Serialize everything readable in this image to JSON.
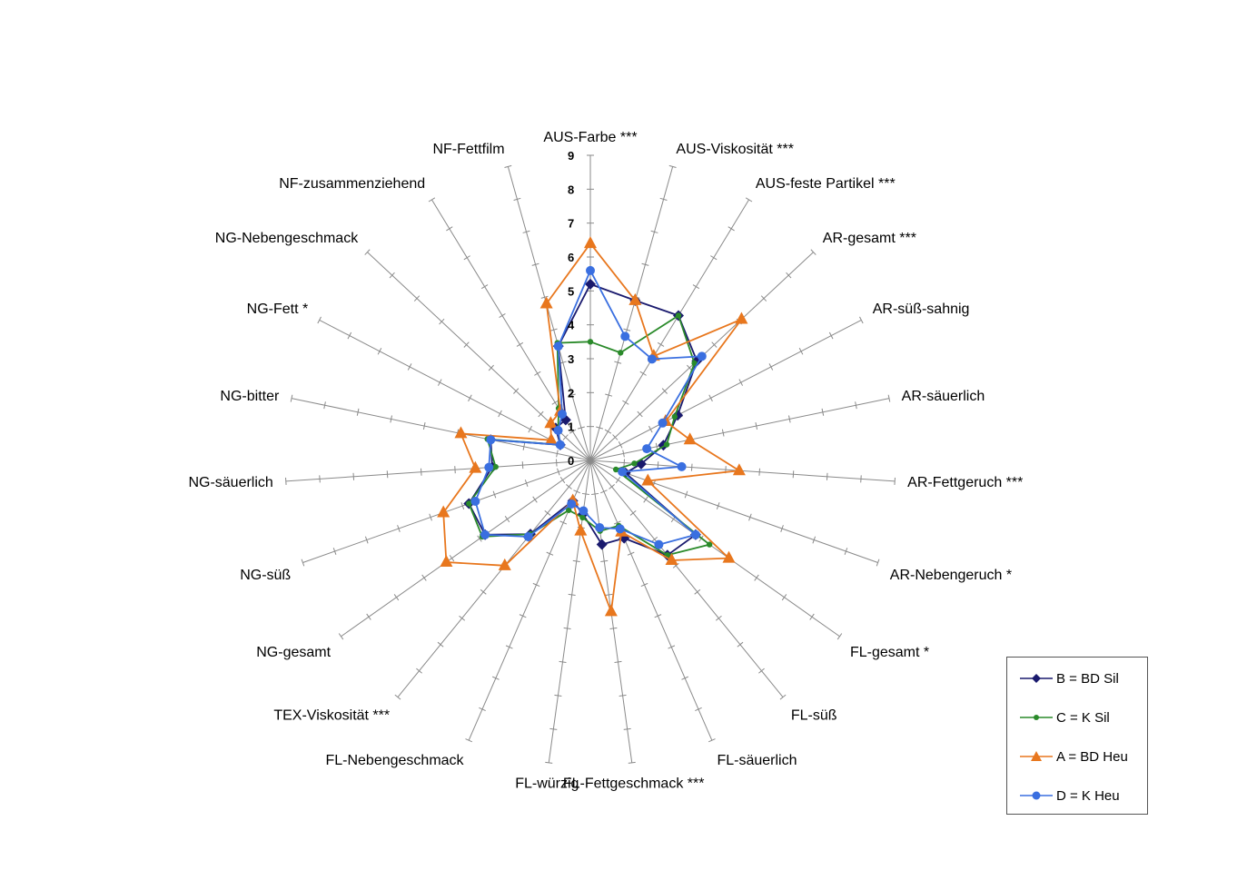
{
  "chart_data": {
    "type": "radar",
    "categories": [
      "AUS-Farbe ***",
      "AUS-Viskosität ***",
      "AUS-feste Partikel ***",
      "AR-gesamt ***",
      "AR-süß-sahnig",
      "AR-säuerlich",
      "AR-Fettgeruch ***",
      "AR-Nebengeruch *",
      "FL-gesamt *",
      "FL-süß",
      "FL-säuerlich",
      "FL-Fettgeschmack ***",
      "FL-würzig",
      "FL-Nebengeschmack",
      "TEX-Viskosität ***",
      "NG-gesamt",
      "NG-süß",
      "NG-säuerlich",
      "NG-bitter",
      "NG-Fett *",
      "NG-Nebengeschmack",
      "NF-zusammenziehend",
      "NF-Fettfilm"
    ],
    "rlim": [
      0,
      9
    ],
    "ticks": [
      "0",
      "1",
      "2",
      "3",
      "4",
      "5",
      "6",
      "7",
      "8",
      "9"
    ],
    "series": [
      {
        "name": "B = BD Sil",
        "color": "#1a1a6e",
        "marker": "diamond",
        "values": [
          5.2,
          4.9,
          5.0,
          4.3,
          2.9,
          2.2,
          1.5,
          1.1,
          3.8,
          3.6,
          2.5,
          2.5,
          1.6,
          1.3,
          2.8,
          3.8,
          3.8,
          2.9,
          3.0,
          1.0,
          1.4,
          1.4,
          3.5
        ]
      },
      {
        "name": "C = K Sil",
        "color": "#2a8a2a",
        "marker": "circle-small",
        "values": [
          3.5,
          3.3,
          5.0,
          4.2,
          2.8,
          2.3,
          1.3,
          0.8,
          4.3,
          3.6,
          2.1,
          2.1,
          1.7,
          1.6,
          2.8,
          3.9,
          3.8,
          2.8,
          3.1,
          1.0,
          1.3,
          1.8,
          3.6
        ]
      },
      {
        "name": "A = BD Heu",
        "color": "#e8771e",
        "marker": "triangle",
        "values": [
          6.4,
          4.9,
          3.6,
          6.1,
          2.5,
          3.0,
          4.4,
          1.8,
          5.0,
          3.8,
          2.3,
          4.5,
          2.1,
          1.3,
          4.0,
          5.2,
          4.6,
          3.4,
          3.9,
          1.3,
          1.6,
          1.7,
          4.8
        ]
      },
      {
        "name": "D = K Heu",
        "color": "#3a6fe0",
        "marker": "circle",
        "values": [
          5.6,
          3.8,
          3.5,
          4.5,
          2.4,
          1.7,
          2.7,
          1.0,
          3.8,
          3.2,
          2.2,
          2.0,
          1.5,
          1.4,
          2.9,
          3.8,
          3.6,
          3.0,
          3.0,
          1.0,
          1.3,
          1.6,
          3.5
        ]
      }
    ]
  }
}
